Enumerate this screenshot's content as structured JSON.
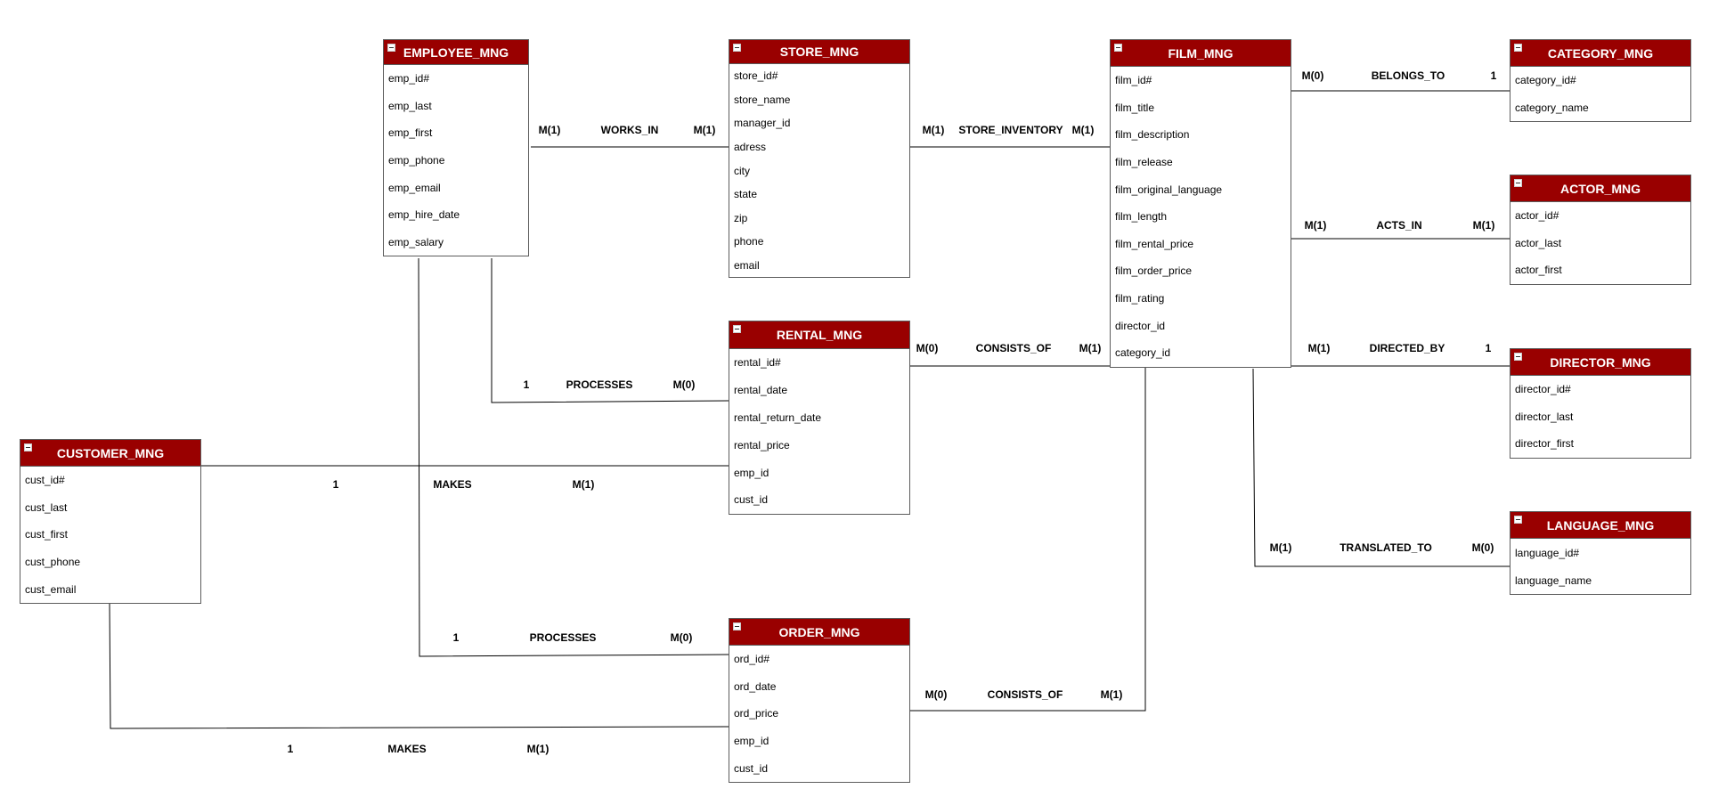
{
  "colors": {
    "header": "#990000",
    "line": "#000000",
    "border": "#5c5c5c"
  },
  "entities": [
    {
      "id": "employee",
      "name": "EMPLOYEE_MNG",
      "attributes": [
        "emp_id#",
        "emp_last",
        "emp_first",
        "emp_phone",
        "emp_email",
        "emp_hire_date",
        "emp_salary"
      ]
    },
    {
      "id": "store",
      "name": "STORE_MNG",
      "attributes": [
        "store_id#",
        "store_name",
        "manager_id",
        "adress",
        "city",
        "state",
        "zip",
        "phone",
        "email"
      ]
    },
    {
      "id": "film",
      "name": "FILM_MNG",
      "attributes": [
        "film_id#",
        "film_title",
        "film_description",
        "film_release",
        "film_original_language",
        "film_length",
        "film_rental_price",
        "film_order_price",
        "film_rating",
        "director_id",
        "category_id"
      ]
    },
    {
      "id": "category",
      "name": "CATEGORY_MNG",
      "attributes": [
        "category_id#",
        "category_name"
      ]
    },
    {
      "id": "actor",
      "name": "ACTOR_MNG",
      "attributes": [
        "actor_id#",
        "actor_last",
        "actor_first"
      ]
    },
    {
      "id": "director",
      "name": "DIRECTOR_MNG",
      "attributes": [
        "director_id#",
        "director_last",
        "director_first"
      ]
    },
    {
      "id": "language",
      "name": "LANGUAGE_MNG",
      "attributes": [
        "language_id#",
        "language_name"
      ]
    },
    {
      "id": "rental",
      "name": "RENTAL_MNG",
      "attributes": [
        "rental_id#",
        "rental_date",
        "rental_return_date",
        "rental_price",
        "emp_id",
        "cust_id"
      ]
    },
    {
      "id": "customer",
      "name": "CUSTOMER_MNG",
      "attributes": [
        "cust_id#",
        "cust_last",
        "cust_first",
        "cust_phone",
        "cust_email"
      ]
    },
    {
      "id": "order",
      "name": "ORDER_MNG",
      "attributes": [
        "ord_id#",
        "ord_date",
        "ord_price",
        "emp_id",
        "cust_id"
      ]
    }
  ],
  "relationships": [
    {
      "id": "works-in",
      "from": "employee",
      "to": "store",
      "name": "WORKS_IN",
      "from_card": "M(1)",
      "to_card": "M(1)"
    },
    {
      "id": "store-inventory",
      "from": "store",
      "to": "film",
      "name": "STORE_INVENTORY",
      "from_card": "M(1)",
      "to_card": "M(1)"
    },
    {
      "id": "belongs-to",
      "from": "film",
      "to": "category",
      "name": "BELONGS_TO",
      "from_card": "M(0)",
      "to_card": "1"
    },
    {
      "id": "acts-in",
      "from": "film",
      "to": "actor",
      "name": "ACTS_IN",
      "from_card": "M(1)",
      "to_card": "M(1)"
    },
    {
      "id": "directed-by",
      "from": "film",
      "to": "director",
      "name": "DIRECTED_BY",
      "from_card": "M(1)",
      "to_card": "1"
    },
    {
      "id": "translated-to",
      "from": "film",
      "to": "language",
      "name": "TRANSLATED_TO",
      "from_card": "M(1)",
      "to_card": "M(0)"
    },
    {
      "id": "rental-consists-of",
      "from": "rental",
      "to": "film",
      "name": "CONSISTS_OF",
      "from_card": "M(0)",
      "to_card": "M(1)"
    },
    {
      "id": "emp-processes-rental",
      "from": "employee",
      "to": "rental",
      "name": "PROCESSES",
      "from_card": "1",
      "to_card": "M(0)"
    },
    {
      "id": "customer-makes-rental",
      "from": "customer",
      "to": "rental",
      "name": "MAKES",
      "from_card": "1",
      "to_card": "M(1)"
    },
    {
      "id": "emp-processes-order",
      "from": "employee",
      "to": "order",
      "name": "PROCESSES",
      "from_card": "1",
      "to_card": "M(0)"
    },
    {
      "id": "order-consists-of",
      "from": "order",
      "to": "film",
      "name": "CONSISTS_OF",
      "from_card": "M(0)",
      "to_card": "M(1)"
    },
    {
      "id": "customer-makes-order",
      "from": "customer",
      "to": "order",
      "name": "MAKES",
      "from_card": "1",
      "to_card": "M(1)"
    }
  ]
}
